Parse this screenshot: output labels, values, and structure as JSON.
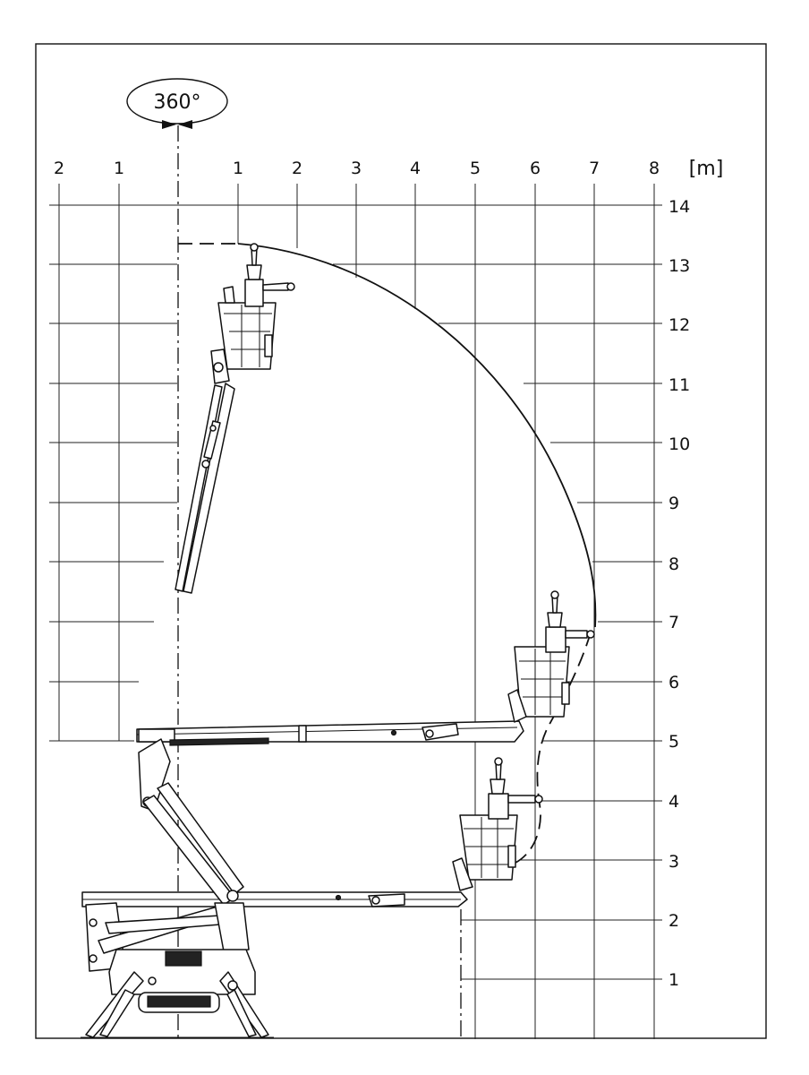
{
  "rotation_label": "360°",
  "unit_label": "[m]",
  "x_left_ticks": [
    "2",
    "1"
  ],
  "x_right_ticks": [
    "1",
    "2",
    "3",
    "4",
    "5",
    "6",
    "7",
    "8"
  ],
  "y_ticks": [
    "14",
    "13",
    "12",
    "11",
    "10",
    "9",
    "8",
    "7",
    "6",
    "5",
    "4",
    "3",
    "2",
    "1"
  ]
}
